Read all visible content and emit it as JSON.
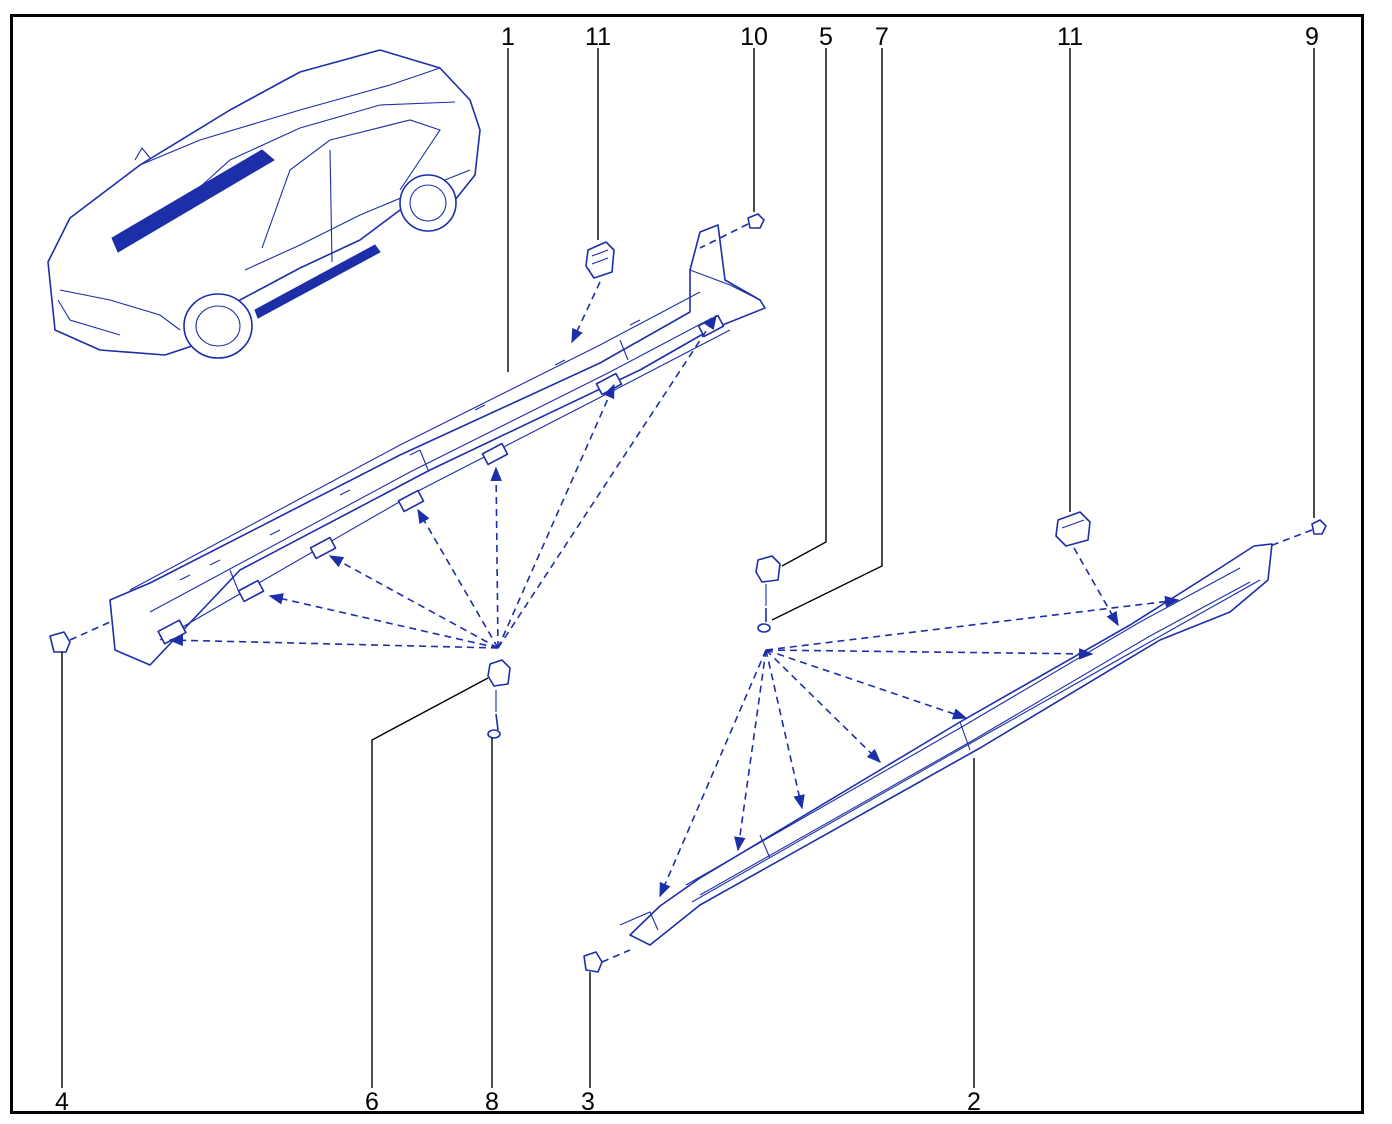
{
  "diagram": {
    "callouts": [
      "1",
      "11",
      "10",
      "5",
      "7",
      "11",
      "9",
      "4",
      "6",
      "8",
      "3",
      "2"
    ],
    "line_color": "#1c2ea8",
    "frame_color": "#000000",
    "icons": [
      "car-location-icon",
      "sill-trim-front-icon",
      "sill-trim-rear-icon"
    ]
  }
}
